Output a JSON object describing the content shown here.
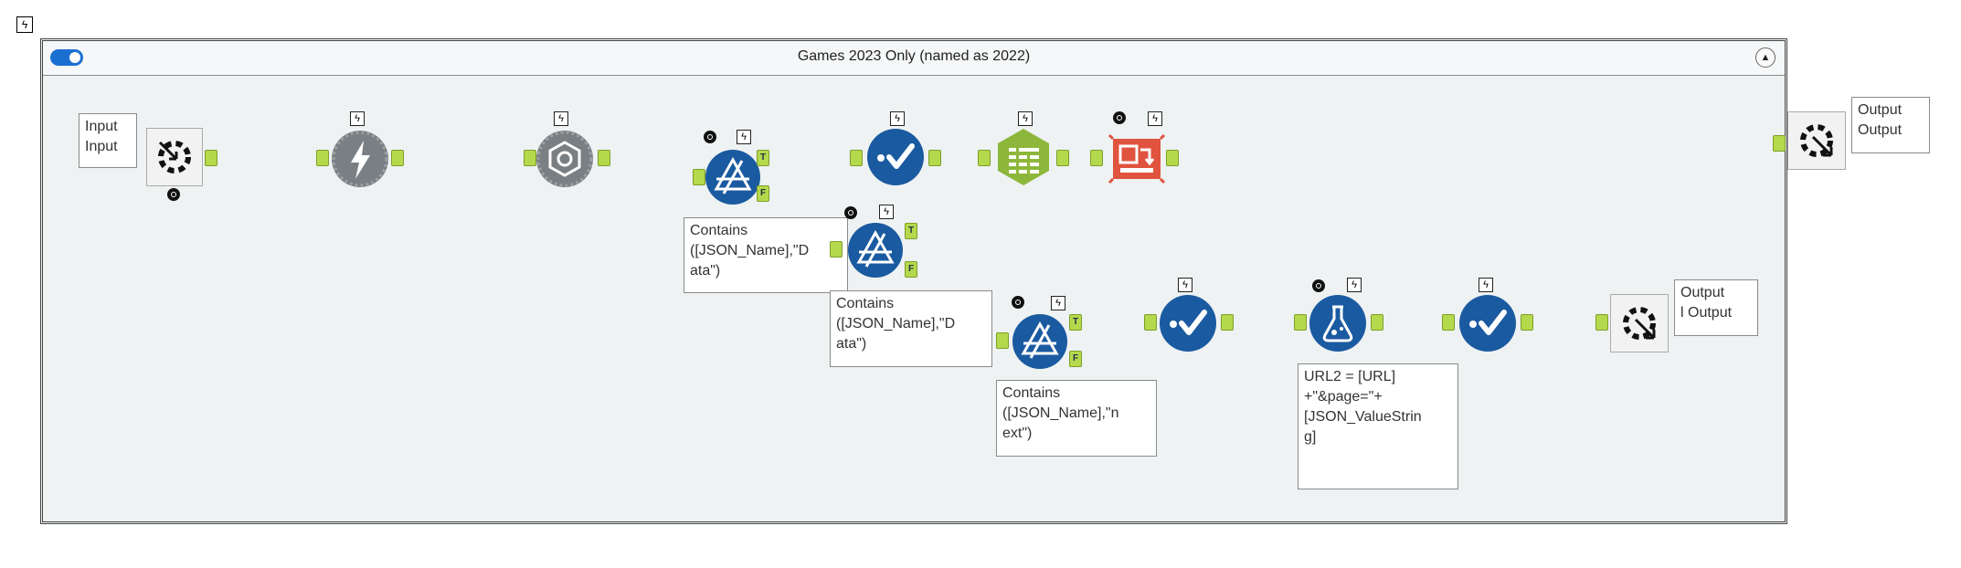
{
  "container": {
    "title": "Games 2023 Only (named as 2022)",
    "collapse_glyph": "▲"
  },
  "badges": {
    "lightning": "ϟ",
    "true_anchor": "T",
    "false_anchor": "F"
  },
  "notes": {
    "input": "Input\nInput",
    "output_top": "Output\nOutput",
    "output_bottom": "Output\nl Output",
    "filter1": "Contains\n([JSON_Name],\"D\nata\")",
    "filter2": "Contains\n([JSON_Name],\"D\nata\")",
    "filter3": "Contains\n([JSON_Name],\"n\next\")",
    "formula": "URL2 = [URL]\n+\"&page=\"+\n[JSON_ValueStrin\ng]"
  },
  "icons": {
    "input_macro": "macro-input-icon",
    "download": "download-icon",
    "json_parse": "json-parse-icon",
    "filter": "filter-icon",
    "select": "select-icon",
    "text_to_columns": "text-to-columns-icon",
    "crosstab": "crosstab-icon",
    "formula": "formula-icon",
    "output_macro": "macro-output-icon"
  },
  "colors": {
    "blue_tool": "#1a5aa0",
    "gray_tool": "#7a7f84",
    "green_tool": "#8db73a",
    "red_tool": "#e0533f",
    "anchor": "#b5d94c",
    "container_bg": "#eef2f3"
  }
}
